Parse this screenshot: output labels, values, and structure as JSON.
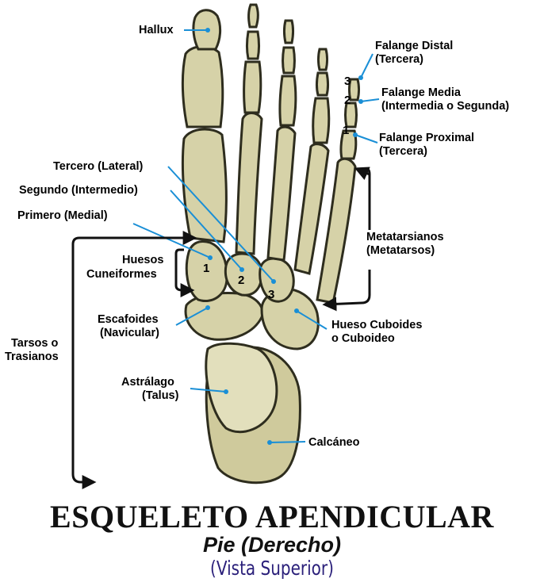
{
  "labels": {
    "hallux": "Hallux",
    "falange_distal": "Falange Distal",
    "falange_distal_sub": "(Tercera)",
    "falange_media": "Falange Media",
    "falange_media_sub": "(Intermedia o Segunda)",
    "falange_proximal": "Falange Proximal",
    "falange_proximal_sub": "(Tercera)",
    "tercero": "Tercero (Lateral)",
    "segundo": "Segundo (Intermedio)",
    "primero": "Primero (Medial)",
    "metatarsianos": "Metatarsianos",
    "metatarsianos_sub": "(Metatarsos)",
    "cuneiformes_1": "Huesos",
    "cuneiformes_2": "Cuneiformes",
    "escafoides": "Escafoides",
    "escafoides_sub": "(Navicular)",
    "cuboides": "Hueso Cuboides",
    "cuboides_sub": "o Cuboideo",
    "tarsos": "Tarsos o",
    "tarsos_sub": "Trasianos",
    "astragalo": "Astrálago",
    "astragalo_sub": "(Talus)",
    "calcaneo": "Calcáneo"
  },
  "numbers": {
    "n1": "1",
    "n2": "2",
    "n3": "3",
    "phal3": "3",
    "phal2": "2",
    "phal1": "1"
  },
  "title": {
    "main": "ESQUELETO APENDICULAR",
    "sub": "Pie (Derecho)",
    "view": "(Vista Superior)"
  },
  "colors": {
    "bone": "#d6d2a8",
    "bone_shadow": "#5b5a3e",
    "leader_line": "#1a8fd6",
    "title_view": "#2a1f7a"
  }
}
